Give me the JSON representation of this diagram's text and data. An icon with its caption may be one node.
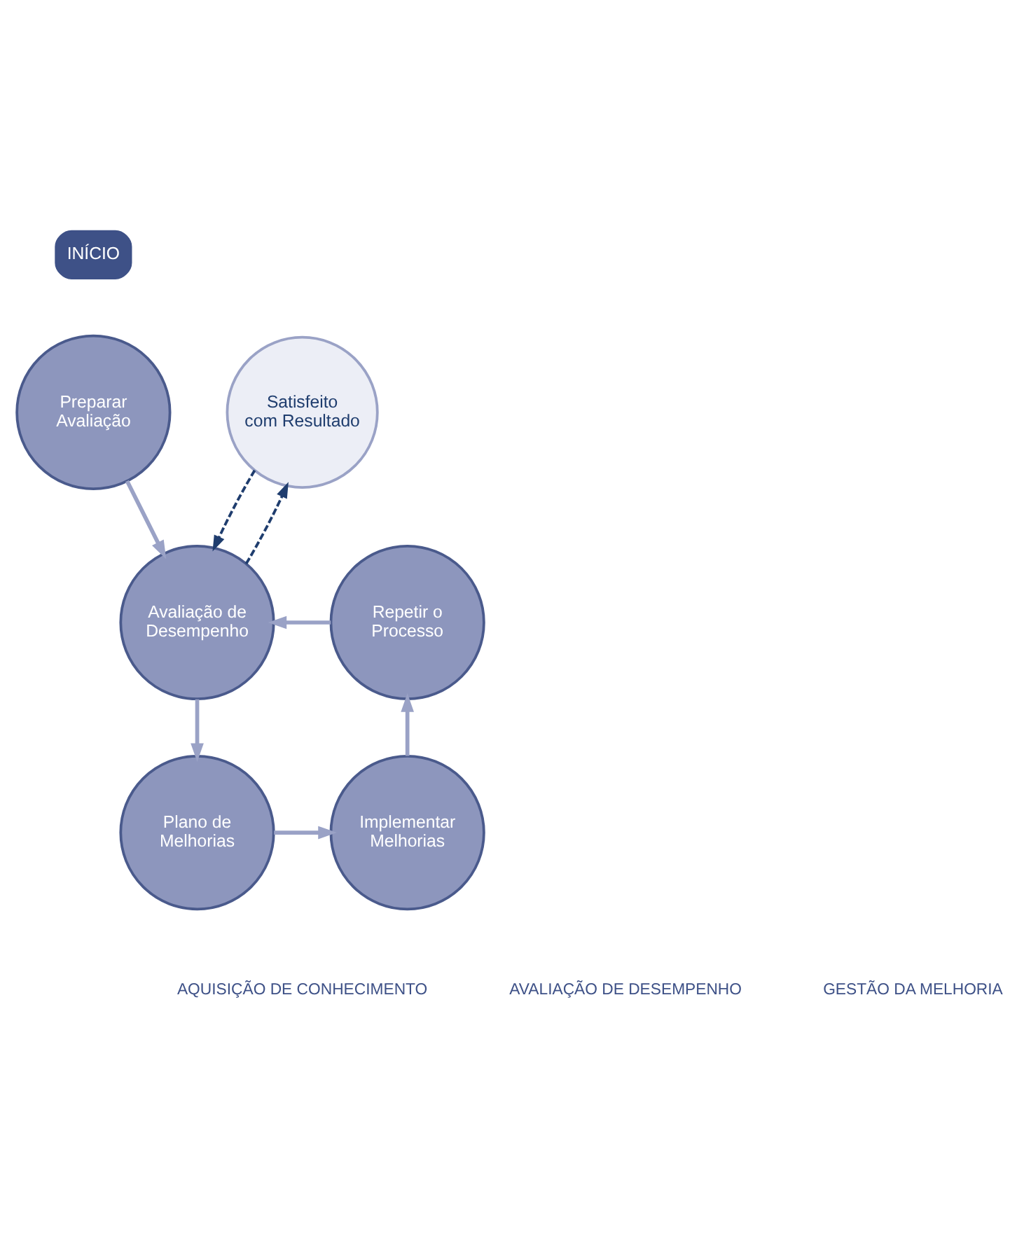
{
  "diagram": {
    "nodes": [
      {
        "text": [
          "INÍCIO"
        ]
      },
      {
        "text": [
          "Preparar Avaliação"
        ]
      },
      {
        "text": [
          "Satisfeito com Resultado"
        ]
      },
      {
        "text": [
          "Avaliação de Desempenho"
        ]
      },
      {
        "text": [
          "Plano de Melhorias"
        ]
      },
      {
        "text": [
          "Implementar Melhorias"
        ]
      },
      {
        "text": [
          "Repetir o Processo"
        ]
      }
    ],
    "edges": [
      {
        "from": 1,
        "to": 3,
        "arrow": "to"
      },
      {
        "from": 3,
        "to": 4,
        "arrow": "to"
      },
      {
        "from": 4,
        "to": 5,
        "arrow": "to"
      },
      {
        "from": 5,
        "to": 6,
        "arrow": "to"
      },
      {
        "from": 6,
        "to": 3,
        "arrow": "to"
      },
      {
        "from": 2,
        "to": 3,
        "arrow": "to",
        "style": "dashed",
        "color": "#1f3d6e"
      },
      {
        "from": 3,
        "to": 2,
        "arrow": "to",
        "style": "dashed",
        "color": "#1f3d6e"
      }
    ],
    "labels": [
      "AQUISIÇÃO DE CONHECIMENTO",
      "AVALIAÇÃO DE DESEMPENHO",
      "GESTÃO DA MELHORIA"
    ]
  }
}
